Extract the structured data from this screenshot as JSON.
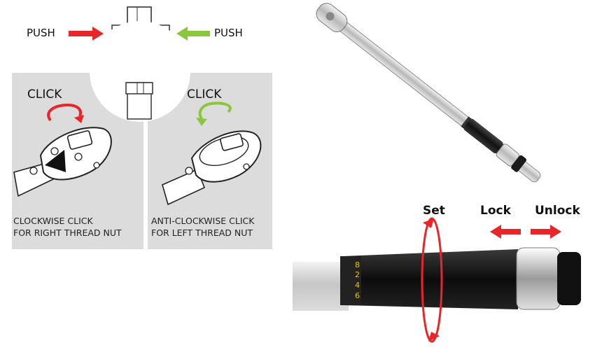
{
  "diagram": {
    "push_left": "PUSH",
    "push_right": "PUSH",
    "click_left": "CLICK",
    "click_right": "CLICK",
    "caption_left": [
      "CLOCKWISE CLICK",
      "FOR RIGHT THREAD NUT"
    ],
    "caption_right": [
      "ANTI-CLOCKWISE CLICK",
      "FOR LEFT THREAD NUT"
    ]
  },
  "handle": {
    "set": "Set",
    "lock": "Lock",
    "unlock": "Unlock",
    "scale_marks": [
      "8",
      "2",
      "4",
      "6"
    ]
  },
  "colors": {
    "red_arrow": "#e8262a",
    "green_arrow": "#8cc63f",
    "panel": "#dcdcdc"
  }
}
